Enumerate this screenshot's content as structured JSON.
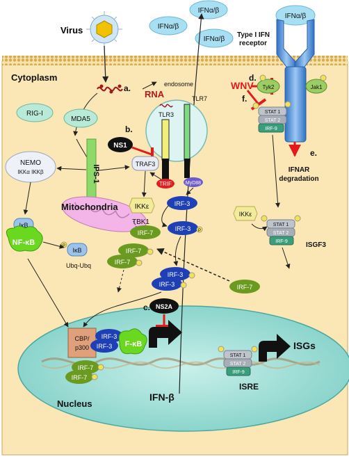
{
  "colors": {
    "cytoplasm": "#fbe7b5",
    "membrane": "#dcb86a",
    "nucleus": "#9fded6",
    "ifn_bubble": "#a8dff2",
    "wnv_red": "#e41a1a",
    "irf3_blue": "#1e3fb5",
    "irf7_green": "#6a9a1f",
    "receptor_blue": "#3f84d6"
  },
  "labels": {
    "virus": "Virus",
    "ifn_ab_1": "IFNα/β",
    "ifn_ab_2": "IFNα/β",
    "ifn_ab_3": "IFNα/β",
    "ifn_ab_4": "IFNα/β",
    "receptor": "Type I IFN receptor",
    "cytoplasm": "Cytoplasm",
    "rna": "RNA",
    "step_a": "a.",
    "step_b": "b.",
    "step_c": "c.",
    "step_d": "d.",
    "step_e": "e.",
    "step_f": "f.",
    "endosome": "endosome",
    "rig_i": "RIG-I",
    "mda5": "MDA5",
    "ips1": "IPS-1",
    "tlr3": "TLR3",
    "tlr7": "TLR7",
    "ns1": "NS1",
    "ns2a": "NS2A",
    "wnv": "WNV",
    "traf3": "TRAF3",
    "trif": "TRIF",
    "myd88": "MyD88",
    "nemo": "NEMO",
    "ikka_ikkb": "IKKα IKKβ",
    "mitochondria": "Mitochondria",
    "ikke": "IKKε",
    "ikke_2": "IKKε",
    "tbk1": "TBK1",
    "irf3": "IRF-3",
    "irf7": "IRF-7",
    "p": "P",
    "ikb": "IκB",
    "nfkb": "NF-κB",
    "ubq": "Ubq-Ubq",
    "tyk2": "Tyk2",
    "jak1": "Jak1",
    "stat1": "STAT 1",
    "stat2": "STAT 2",
    "irf9": "IRF-9",
    "ifnar_degradation": "IFNAR degradation",
    "isgf3": "ISGF3",
    "cbp_p300": "CBP/ p300",
    "nucleus": "Nucleus",
    "ifn_beta": "IFN-β",
    "isgs": "ISGs",
    "isre": "ISRE"
  }
}
